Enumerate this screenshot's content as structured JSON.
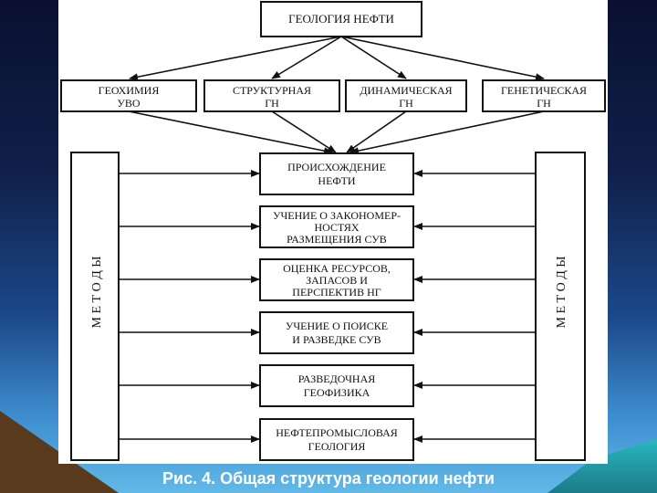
{
  "title": "ГЕОЛОГИЯ НЕФТИ",
  "branches": [
    {
      "line1": "ГЕОХИМИЯ",
      "line2": "УВО"
    },
    {
      "line1": "СТРУКТУРНАЯ",
      "line2": "ГН"
    },
    {
      "line1": "ДИНАМИЧЕСКАЯ",
      "line2": "ГН"
    },
    {
      "line1": "ГЕНЕТИЧЕСКАЯ",
      "line2": "ГН"
    }
  ],
  "methods_left": "М Е Т О Д Ы",
  "methods_right": "М Е Т О Д Ы",
  "topics": [
    {
      "lines": [
        "ПРОИСХОЖДЕНИЕ",
        "НЕФТИ"
      ]
    },
    {
      "lines": [
        "УЧЕНИЕ О ЗАКОНОМЕР-",
        "НОСТЯХ",
        "РАЗМЕЩЕНИЯ СУВ"
      ]
    },
    {
      "lines": [
        "ОЦЕНКА РЕСУРСОВ,",
        "ЗАПАСОВ И",
        "ПЕРСПЕКТИВ НГ"
      ]
    },
    {
      "lines": [
        "УЧЕНИЕ О ПОИСКЕ",
        "И РАЗВЕДКЕ СУВ"
      ]
    },
    {
      "lines": [
        "РАЗВЕДОЧНАЯ",
        "ГЕОФИЗИКА"
      ]
    },
    {
      "lines": [
        "НЕФТЕПРОМЫСЛОВАЯ",
        "ГЕОЛОГИЯ"
      ]
    }
  ],
  "caption": "Рис. 4. Общая структура геологии нефти"
}
